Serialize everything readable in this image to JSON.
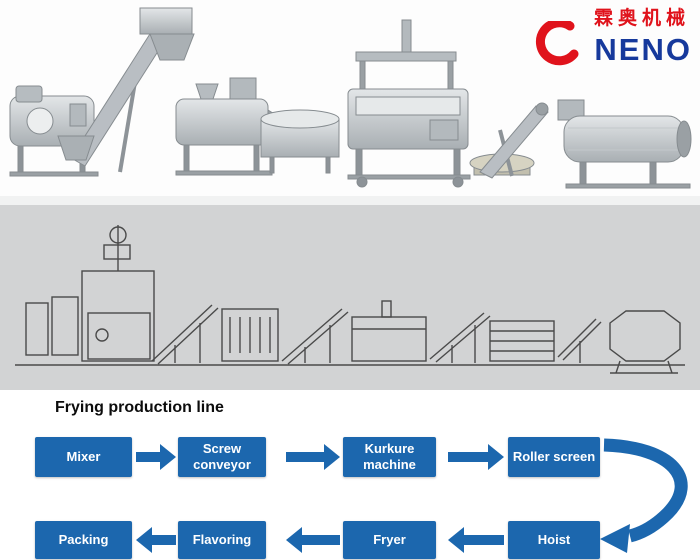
{
  "logo": {
    "brand": "NENO",
    "chinese": "霖奥机械"
  },
  "heading": "Frying production line",
  "flow": {
    "row1": [
      {
        "label": "Mixer"
      },
      {
        "label": "Screw conveyor"
      },
      {
        "label": "Kurkure machine"
      },
      {
        "label": "Roller screen"
      }
    ],
    "row2": [
      {
        "label": "Packing"
      },
      {
        "label": "Flavoring"
      },
      {
        "label": "Fryer"
      },
      {
        "label": "Hoist"
      }
    ]
  },
  "colors": {
    "flow_box_blue": "#1c67ae",
    "arrow_blue": "#1c67ae",
    "logo_red": "#e0131c",
    "logo_blue": "#16399c",
    "diagram_bg": "#d2d3d4"
  }
}
